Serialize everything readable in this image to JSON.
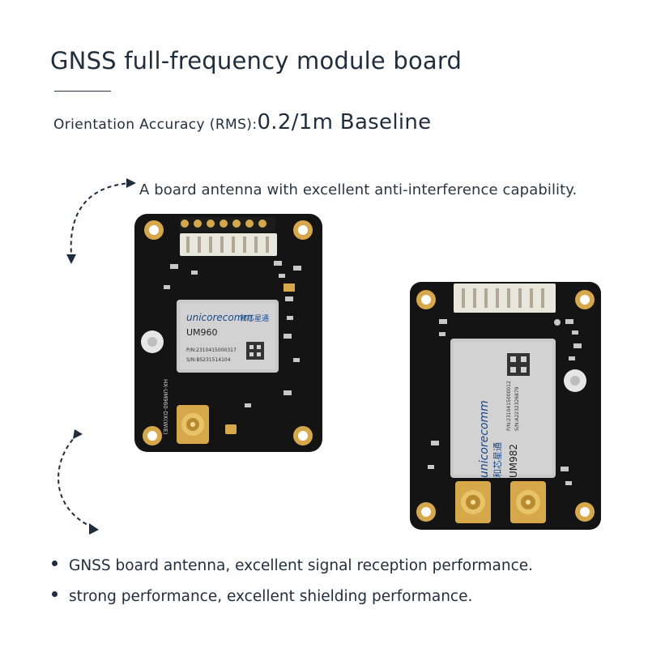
{
  "title": "GNSS full-frequency module board",
  "accuracy": {
    "label": "Orientation Accuracy (RMS):",
    "value": "0.2/1m Baseline"
  },
  "antenna_text": "A board antenna with excellent anti-interference capability.",
  "bullets": [
    "GNSS board antenna, excellent signal reception performance.",
    "strong performance, excellent shielding performance."
  ],
  "board_left": {
    "brand": "unicorecomm",
    "brand_cn": "和芯星通",
    "model": "UM960",
    "pn": "P/N:2310415000317",
    "sn": "S/N:BS231514104",
    "silk": "HX-UM960-DX(WIE)"
  },
  "board_right": {
    "brand": "unicorecomm",
    "brand_cn": "和芯星通",
    "model": "UM982",
    "pn": "P/N:2310415000012",
    "sn": "S/N:A2232326879"
  },
  "colors": {
    "pcb": "#141414",
    "gold": "#d6a84a",
    "shield": "#c9c9c9",
    "text": "#1f2d3d"
  }
}
